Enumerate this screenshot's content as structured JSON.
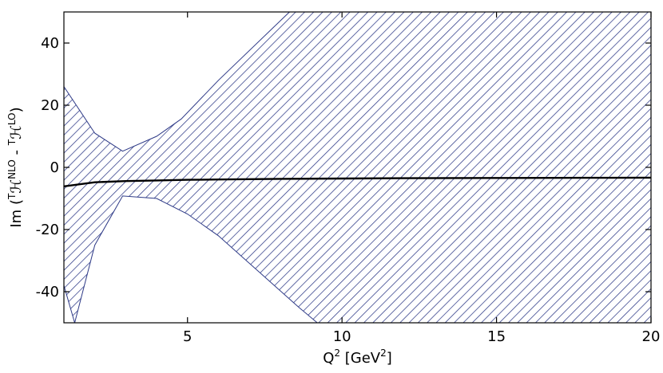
{
  "chart_data": {
    "type": "area",
    "title": "",
    "xlabel_parts": [
      "Q",
      "2",
      " [GeV",
      "2",
      "]"
    ],
    "ylabel_parts": [
      "Im (",
      "T",
      "ℋ",
      "NLO",
      " - ",
      "T",
      "ℋ",
      "LO",
      ")"
    ],
    "xlim": [
      1,
      20
    ],
    "ylim": [
      -50,
      50
    ],
    "xticks": [
      5,
      10,
      15,
      20
    ],
    "yticks": [
      -40,
      -20,
      0,
      20,
      40
    ],
    "x_tick_labels": [
      "5",
      "10",
      "15",
      "20"
    ],
    "y_tick_labels": [
      "-40",
      "-20",
      "0",
      "20",
      "40"
    ],
    "grid": false,
    "series": [
      {
        "type": "band",
        "upper": [
          [
            1,
            26
          ],
          [
            2,
            11
          ],
          [
            2.9,
            5.2
          ],
          [
            4,
            10
          ],
          [
            4.8,
            15.6
          ],
          [
            6,
            28
          ],
          [
            8.3,
            50
          ],
          [
            20,
            50
          ]
        ],
        "lower": [
          [
            1,
            -38
          ],
          [
            1.35,
            -50
          ],
          [
            2,
            -25
          ],
          [
            2.9,
            -9.2
          ],
          [
            4,
            -10
          ],
          [
            5,
            -15
          ],
          [
            6,
            -22
          ],
          [
            8.6,
            -45
          ],
          [
            9.2,
            -50
          ],
          [
            20,
            -50
          ]
        ],
        "color": "#2e3a87"
      },
      {
        "type": "line",
        "x": [
          1,
          2,
          3,
          4,
          5,
          6,
          8,
          10,
          12,
          15,
          18,
          20
        ],
        "y": [
          -6.1,
          -4.8,
          -4.4,
          -4.2,
          -4.0,
          -3.9,
          -3.7,
          -3.6,
          -3.5,
          -3.4,
          -3.35,
          -3.3
        ],
        "color": "#000000"
      }
    ]
  }
}
